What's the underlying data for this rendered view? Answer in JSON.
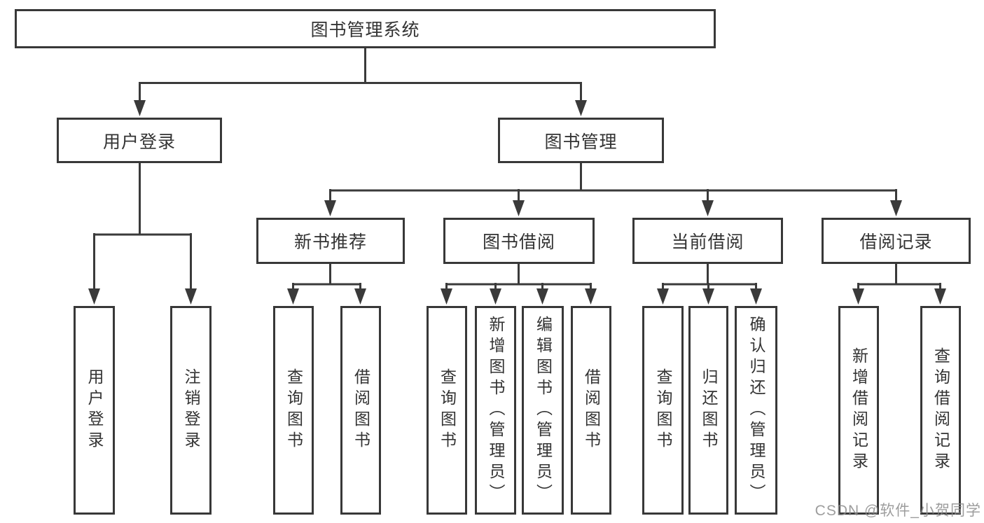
{
  "tree": {
    "root": {
      "label": "图书管理系统"
    },
    "level2": [
      {
        "label": "用户登录"
      },
      {
        "label": "图书管理"
      }
    ],
    "level3": [
      {
        "label": "新书推荐"
      },
      {
        "label": "图书借阅"
      },
      {
        "label": "当前借阅"
      },
      {
        "label": "借阅记录"
      }
    ],
    "leaves": [
      {
        "label": "用户登录",
        "parent": "用户登录"
      },
      {
        "label": "注销登录",
        "parent": "用户登录"
      },
      {
        "label": "查询图书",
        "parent": "新书推荐"
      },
      {
        "label": "借阅图书",
        "parent": "新书推荐"
      },
      {
        "label": "查询图书",
        "parent": "图书借阅"
      },
      {
        "label": "新增图书（管理员）",
        "parent": "图书借阅"
      },
      {
        "label": "编辑图书（管理员）",
        "parent": "图书借阅"
      },
      {
        "label": "借阅图书",
        "parent": "图书借阅"
      },
      {
        "label": "查询图书",
        "parent": "当前借阅"
      },
      {
        "label": "归还图书",
        "parent": "当前借阅"
      },
      {
        "label": "确认归还（管理员）",
        "parent": "当前借阅"
      },
      {
        "label": "新增借阅记录",
        "parent": "借阅记录"
      },
      {
        "label": "查询借阅记录",
        "parent": "借阅记录"
      }
    ]
  },
  "watermark": {
    "text": "CSDN @软件_小贺同学"
  },
  "colors": {
    "line": "#3a3a3a",
    "border": "#383838",
    "text": "#333333",
    "watermark": "#8c8c8c",
    "background": "#ffffff"
  }
}
